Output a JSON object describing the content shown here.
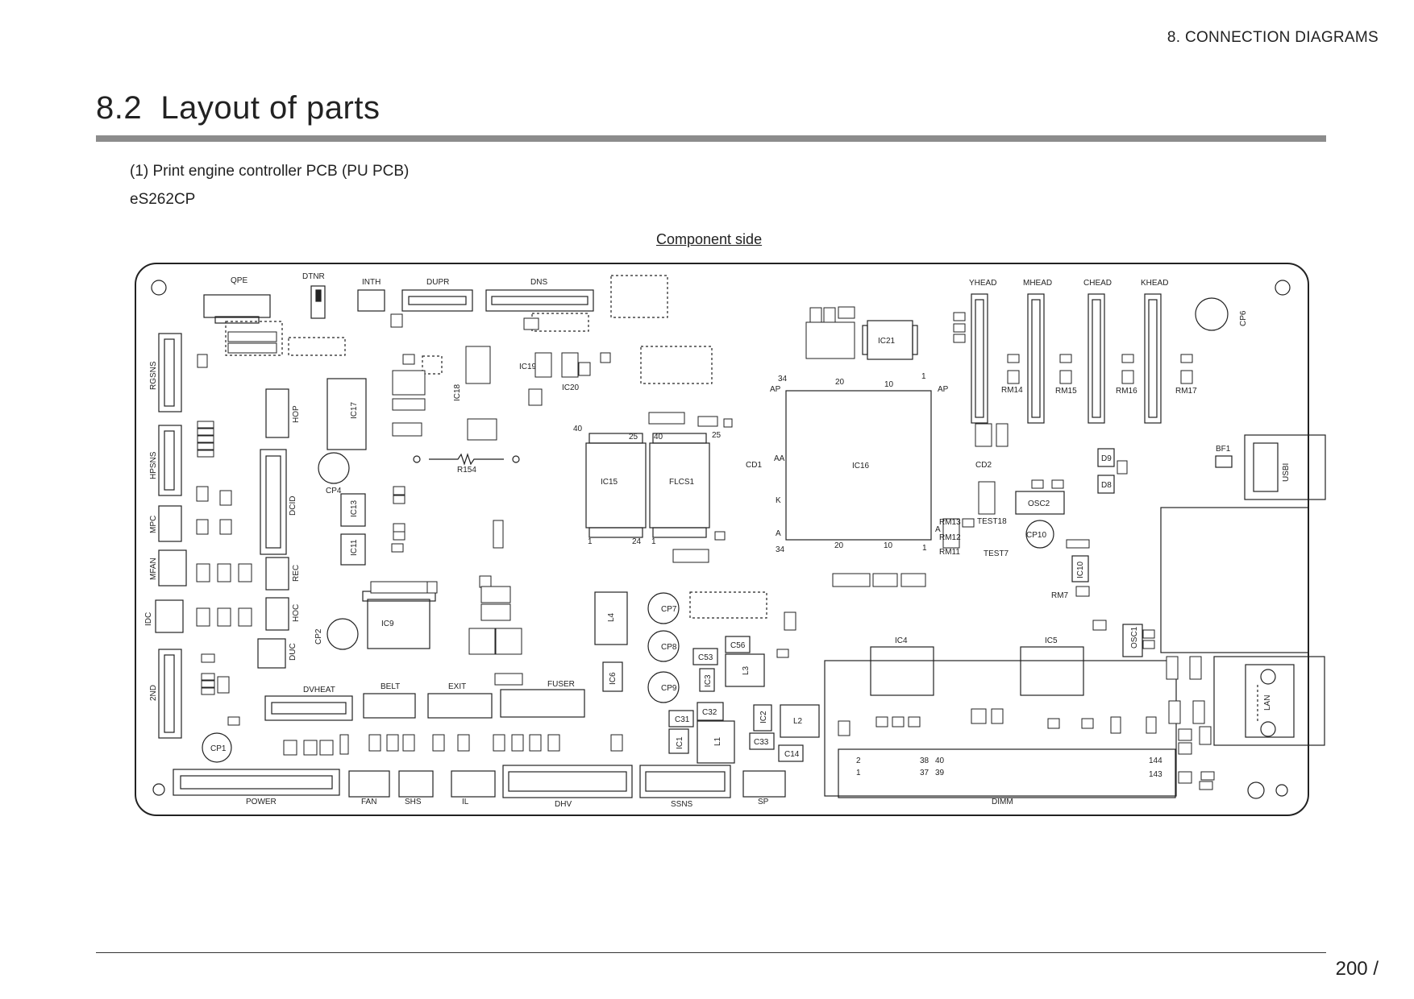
{
  "header": {
    "section": "8. CONNECTION DIAGRAMS"
  },
  "title": {
    "number": "8.2",
    "text": "Layout of parts"
  },
  "subheading": {
    "item": "(1)  Print engine controller PCB (PU PCB)",
    "model": "eS262CP"
  },
  "diagram": {
    "caption": "Component side",
    "connector_labels": {
      "qpe": "QPE",
      "dtnr": "DTNR",
      "inth": "INTH",
      "dupr": "DUPR",
      "dns": "DNS",
      "yhead": "YHEAD",
      "mhead": "MHEAD",
      "chead": "CHEAD",
      "khead": "KHEAD",
      "rgsns": "RGSNS",
      "hpsns": "HPSNS",
      "mpc": "MPC",
      "mfan": "MFAN",
      "idc": "IDC",
      "2nd": "2ND",
      "hop": "HOP",
      "dcid": "DCID",
      "rec": "REC",
      "hoc": "HOC",
      "duc": "DUC",
      "dvheat": "DVHEAT",
      "belt": "BELT",
      "exit": "EXIT",
      "fuser": "FUSER",
      "power": "POWER",
      "fan": "FAN",
      "shs": "SHS",
      "il": "IL",
      "dhv": "DHV",
      "ssns": "SSNS",
      "sp": "SP",
      "dimm": "DIMM",
      "usb": "USBI",
      "lan": "LAN",
      "bf1": "BF1"
    },
    "chip_labels": {
      "ic15": "IC15",
      "flcs1": "FLCS1",
      "ic16": "IC16",
      "ic17": "IC17",
      "ic21": "IC21",
      "ic9": "IC9",
      "ic4": "IC4",
      "ic5": "IC5",
      "ic13": "IC13",
      "ic11": "IC11",
      "ic10": "IC10",
      "osc2": "OSC2",
      "osc1": "OSC1",
      "ic19": "IC19",
      "ic20": "IC20",
      "ic18": "IC18",
      "ic6": "IC6",
      "ic3": "IC3",
      "ic1": "IC1",
      "ic2": "IC2",
      "l1": "L1",
      "l2": "L2",
      "l3": "L3",
      "l4": "L4"
    },
    "cap_labels": {
      "cp1": "CP1",
      "cp2": "CP2",
      "cp4": "CP4",
      "cp6": "CP6",
      "cp7": "CP7",
      "cp8": "CP8",
      "cp9": "CP9",
      "cp10": "CP10"
    },
    "misc_labels": {
      "r154": "R154",
      "cd1": "CD1",
      "cd2": "CD2",
      "d8": "D8",
      "d9": "D9",
      "test7": "TEST7",
      "test18": "TEST18",
      "rm11": "RM11",
      "rm12": "RM12",
      "rm13": "RM13",
      "rm7": "RM7",
      "rm14": "RM14",
      "rm15": "RM15",
      "rm16": "RM16",
      "rm17": "RM17",
      "c31": "C31",
      "c32": "C32",
      "c33": "C33",
      "c14": "C14",
      "c53": "C53",
      "c56": "C56",
      "ap": "AP",
      "aa": "AA",
      "k": "K",
      "a": "A",
      "pin20": "20",
      "pin10": "10",
      "pin1": "1",
      "pin34": "34",
      "pin40": "40",
      "pin25": "25",
      "pin24": "24",
      "dimm2": "2",
      "dimm1": "1",
      "dimm38": "38",
      "dimm40": "40",
      "dimm37": "37",
      "dimm39": "39",
      "dimm144": "144",
      "dimm143": "143"
    }
  },
  "footer": {
    "page": "200 /"
  }
}
